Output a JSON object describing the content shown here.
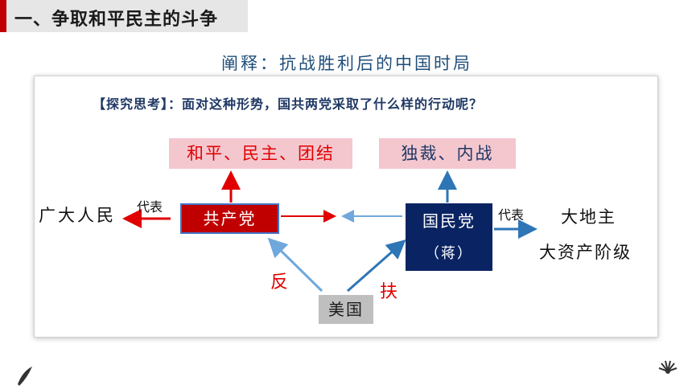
{
  "header": {
    "title": "一、争取和平民主的斗争"
  },
  "slide": {
    "subtitle": "阐释：抗战胜利后的中国时局",
    "question": "【探究思考】：面对这种形势，国共两党采取了什么样的行动呢？",
    "cpc_goal": "和平、民主、团结",
    "kmt_goal": "独裁、内战",
    "cpc": "共产党",
    "kmt": "国民党",
    "kmt_leader": "（蒋）",
    "usa": "美国",
    "people": "广大人民",
    "represents_left": "代表",
    "represents_right": "代表",
    "landlord": "大地主",
    "bourgeois": "大资产阶级",
    "oppose": "反",
    "support": "扶"
  },
  "colors": {
    "accent_red": "#c00000",
    "navy": "#0a2463",
    "pink": "#f4c7cf",
    "arrow_blue": "#2e75b6"
  }
}
